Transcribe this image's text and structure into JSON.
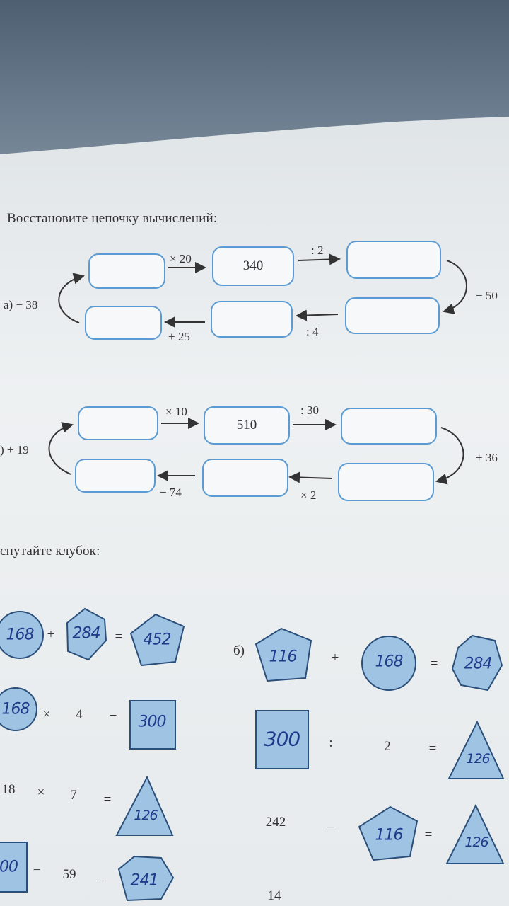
{
  "exercise1": {
    "heading": "Восстановите цепочку вычислений:",
    "chain_a": {
      "label": "а) − 38",
      "op_top_left": "× 20",
      "op_top_right": ": 2",
      "op_right": "− 50",
      "op_bottom_right": ": 4",
      "op_bottom_left": "+ 25",
      "top_middle_value": "340"
    },
    "chain_b": {
      "label": ") + 19",
      "op_top_left": "× 10",
      "op_top_right": ": 30",
      "op_right": "+ 36",
      "op_bottom_right": "× 2",
      "op_bottom_left": "− 74",
      "top_middle_value": "510"
    }
  },
  "exercise2": {
    "heading": "спутайте клубок:",
    "left": {
      "row1": {
        "circle": "168",
        "plus": "+",
        "hexagon": "284",
        "equals": "=",
        "pentagon": "452"
      },
      "row2": {
        "circle": "168",
        "times": "×",
        "number": "4",
        "equals": "=",
        "square": "300"
      },
      "row3": {
        "number": "18",
        "times": "×",
        "number2": "7",
        "equals": "=",
        "triangle": "126"
      },
      "row4": {
        "square": "00",
        "minus": "−",
        "number": "59",
        "equals": "=",
        "hexagon": "241"
      }
    },
    "right": {
      "label": "б)",
      "row1": {
        "pentagon": "116",
        "plus": "+",
        "circle": "168",
        "equals": "=",
        "hexagon": "284"
      },
      "row2": {
        "square": "300",
        "colon": ":",
        "number": "2",
        "equals": "=",
        "triangle": "126"
      },
      "row3": {
        "number": "242",
        "minus": "−",
        "pentagon": "116",
        "equals": "=",
        "triangle": "126"
      },
      "row4": {
        "number": "14"
      }
    }
  },
  "colors": {
    "shape_fill": "#9fc3e3",
    "shape_stroke": "#2a4f7a",
    "box_border": "#5b9bd3",
    "ink": "#1f3a8a"
  }
}
